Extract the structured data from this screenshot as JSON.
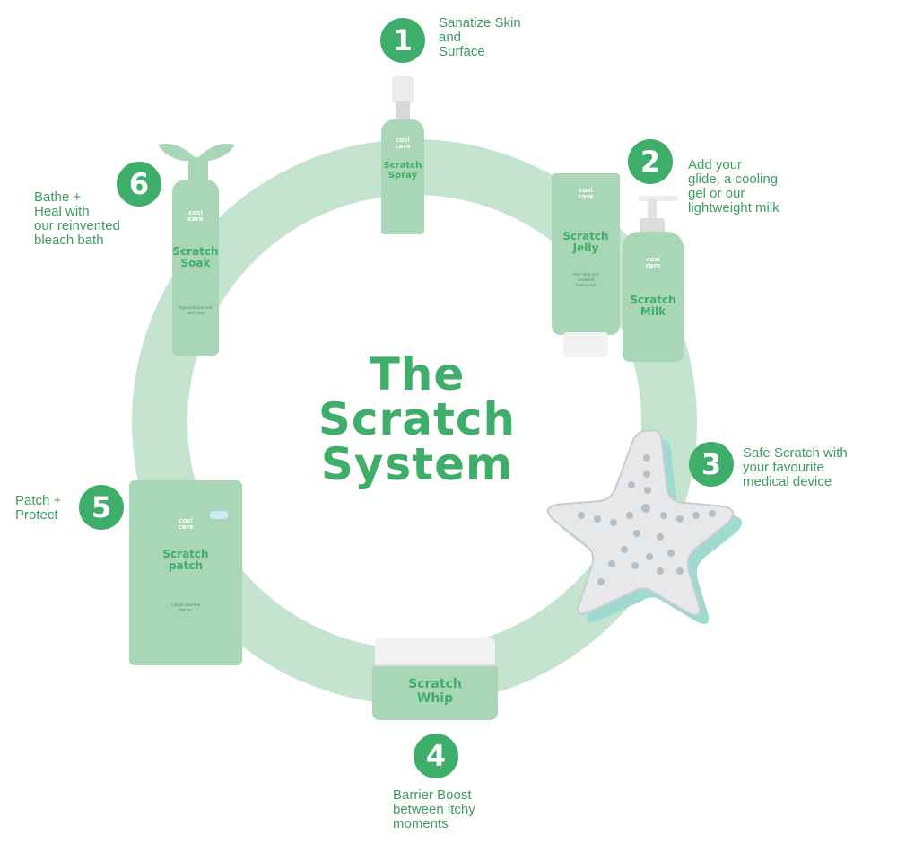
{
  "title": {
    "line1": "The",
    "line2": "Scratch",
    "line3": "System"
  },
  "colors": {
    "accent": "#3fae6a",
    "ring": "#c5e4cf",
    "product": "#a9d6b7"
  },
  "steps": [
    {
      "number": "1",
      "text": "Sanatize Skin\nand\nSurface",
      "product": {
        "brand": "cosi\ncare",
        "name": "Scratch\nSpray",
        "fine": ""
      }
    },
    {
      "number": "2",
      "text": "Add your\nglide, a cooling\ngel or our\nlightweight milk",
      "products": [
        {
          "brand": "cosi\ncare",
          "name": "Scratch\nJelly",
          "fine": "Aloe Vera and\nSeaweed\nCooling Gel"
        },
        {
          "brand": "cosi\ncare",
          "name": "Scratch\nMilk",
          "fine": ""
        }
      ]
    },
    {
      "number": "3",
      "text": "Safe Scratch with\nyour favourite\nmedical device",
      "product": {
        "icon": "starfish-scratcher-icon"
      }
    },
    {
      "number": "4",
      "text": "Barrier Boost\nbetween itchy\nmoments",
      "product": {
        "name": "Scratch\nWhip"
      }
    },
    {
      "number": "5",
      "text": "Patch +\nProtect",
      "product": {
        "brand": "cosi\ncare",
        "name": "Scratch\npatch",
        "fine": "Colloid Oatmeal\nPatches"
      }
    },
    {
      "number": "6",
      "text": "Bathe +\nHeal with\nour reinvented\nbleach bath",
      "product": {
        "brand": "cosi\ncare",
        "name": "Scratch\nSoak",
        "fine": "Hypochlorous Acid\nbath soak"
      }
    }
  ]
}
